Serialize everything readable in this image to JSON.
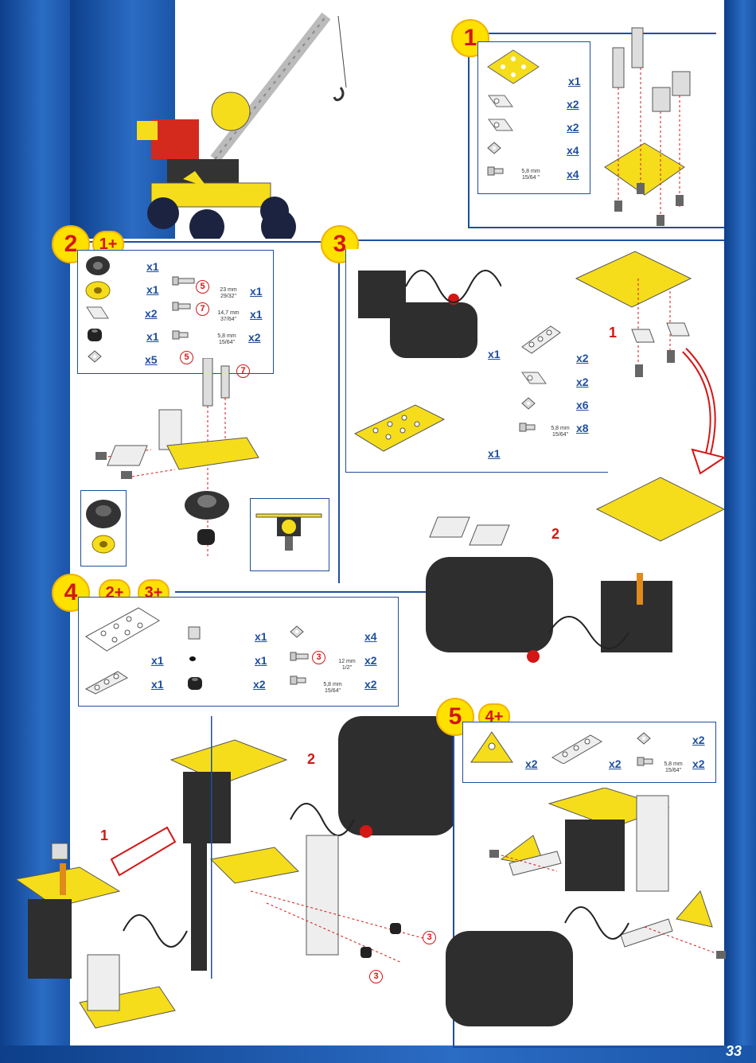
{
  "page_number": "33",
  "colors": {
    "brand_blue": "#1f4f9c",
    "badge_yellow": "#ffe100",
    "step_red": "#d41616",
    "part_yellow": "#f5dd1c"
  },
  "step1": {
    "badge": "1",
    "parts": [
      {
        "qty": "x1",
        "icon": "square-plate-icon"
      },
      {
        "qty": "x2",
        "icon": "angle-bracket-icon"
      },
      {
        "qty": "x2",
        "icon": "angle-bracket-icon"
      },
      {
        "qty": "x4",
        "icon": "nut-icon"
      },
      {
        "qty": "x4",
        "icon": "screw-icon",
        "size": "5,8 mm",
        "size_inch": "15/64 \""
      }
    ]
  },
  "step2": {
    "badge": "2",
    "prev": "1+",
    "parts_left": [
      {
        "qty": "x1",
        "icon": "tire-icon"
      },
      {
        "qty": "x1",
        "icon": "pulley-icon"
      },
      {
        "qty": "x2",
        "icon": "angle-bracket-icon"
      },
      {
        "qty": "x1",
        "icon": "spacer-icon"
      },
      {
        "qty": "x5",
        "icon": "nut-icon"
      }
    ],
    "parts_right": [
      {
        "qty": "x1",
        "circle": "5",
        "size": "23 mm",
        "size_inch": "29/32\""
      },
      {
        "qty": "x1",
        "circle": "7",
        "size": "14,7 mm",
        "size_inch": "37/64\""
      },
      {
        "qty": "x2",
        "size": "5,8 mm",
        "size_inch": "15/64\""
      }
    ],
    "callout_a": "5",
    "callout_b": "7"
  },
  "step3": {
    "badge": "3",
    "parts": [
      {
        "qty": "x1",
        "icon": "motor-battery-icon"
      },
      {
        "qty": "x2",
        "icon": "flat-strip-icon"
      },
      {
        "qty": "x2",
        "icon": "angle-bracket-icon"
      },
      {
        "qty": "x6",
        "icon": "nut-icon"
      },
      {
        "qty": "x8",
        "icon": "screw-icon",
        "size": "5,8 mm",
        "size_inch": "15/64\""
      },
      {
        "qty": "x1",
        "icon": "flanged-plate-icon"
      }
    ],
    "sub1": "1",
    "sub2": "2"
  },
  "step4": {
    "badge": "4",
    "prev1": "2+",
    "prev2": "3+",
    "parts": [
      {
        "qty": "x1",
        "icon": "flat-plate-icon"
      },
      {
        "qty": "x1",
        "icon": "collar-icon"
      },
      {
        "qty": "x1",
        "icon": "grub-screw-icon"
      },
      {
        "qty": "x4",
        "icon": "nut-icon"
      },
      {
        "qty": "x2",
        "circle": "3",
        "size": "12 mm",
        "size_inch": "1/2\""
      },
      {
        "qty": "x1",
        "icon": "flat-strip-icon"
      },
      {
        "qty": "x2",
        "icon": "spacer-icon"
      },
      {
        "qty": "x2",
        "size": "5,8 mm",
        "size_inch": "15/64\""
      }
    ],
    "sub1": "1",
    "sub2": "2",
    "callout": "3"
  },
  "step5": {
    "badge": "5",
    "prev": "4+",
    "parts": [
      {
        "qty": "x2",
        "icon": "triangle-plate-icon"
      },
      {
        "qty": "x2",
        "icon": "flat-strip-icon"
      },
      {
        "qty": "x2",
        "icon": "nut-icon"
      },
      {
        "qty": "x2",
        "size": "5,8 mm",
        "size_inch": "15/64\""
      }
    ]
  }
}
